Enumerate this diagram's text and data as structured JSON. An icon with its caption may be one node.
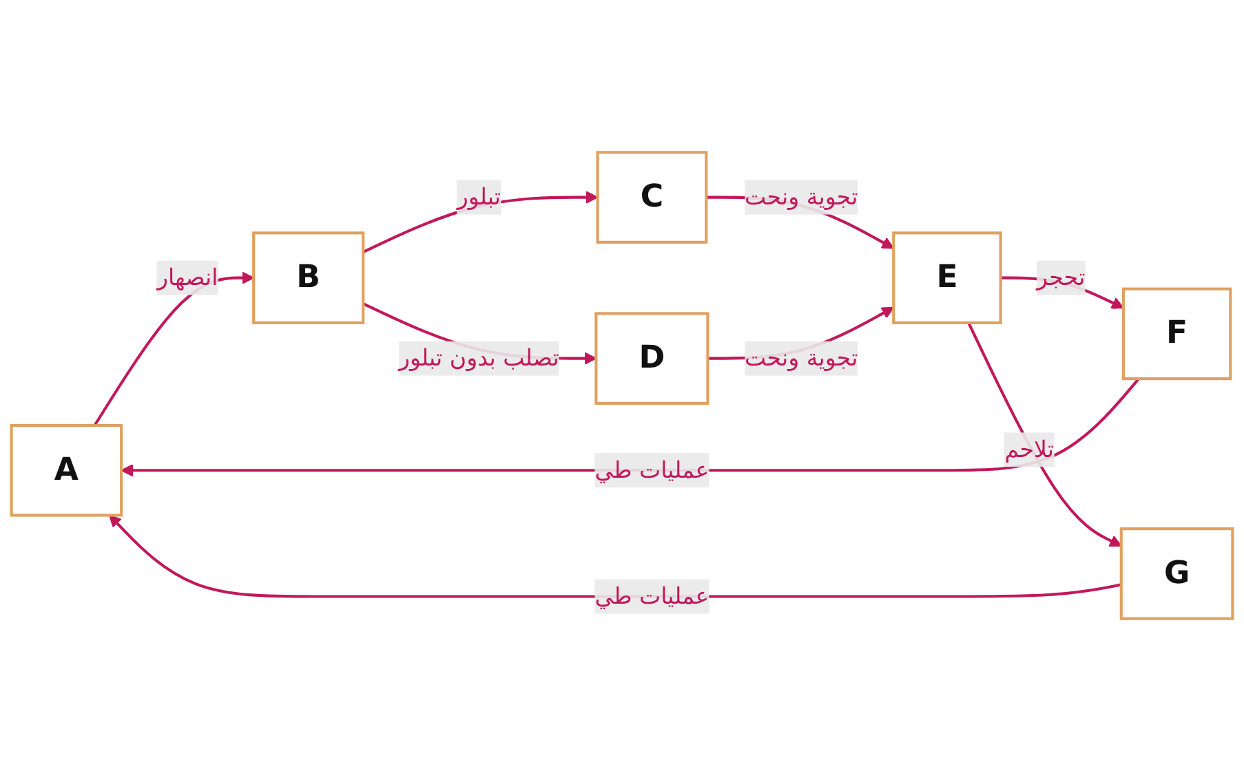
{
  "diagram": {
    "nodes": [
      {
        "text": [
          "A"
        ]
      },
      {
        "text": [
          "B"
        ]
      },
      {
        "text": [
          "C"
        ]
      },
      {
        "text": [
          "D"
        ]
      },
      {
        "text": [
          "E"
        ]
      },
      {
        "text": [
          "F"
        ]
      },
      {
        "text": [
          "G"
        ]
      }
    ],
    "edges": [
      {
        "from": 0,
        "to": 1,
        "arrow": "to",
        "label": "انصهار"
      },
      {
        "from": 1,
        "to": 3,
        "arrow": "to",
        "label": "تصلب بدون تبلور"
      },
      {
        "from": 1,
        "to": 2,
        "arrow": "to",
        "label": "تبلور"
      },
      {
        "from": 2,
        "to": 4,
        "arrow": "to",
        "label": "تجوية ونحت"
      },
      {
        "from": 3,
        "to": 4,
        "arrow": "to",
        "label": "تجوية ونحت"
      },
      {
        "from": 4,
        "to": 5,
        "arrow": "to",
        "label": "تحجر"
      },
      {
        "from": 4,
        "to": 6,
        "arrow": "to",
        "label": "تلاحم"
      },
      {
        "from": 5,
        "to": 0,
        "arrow": "to",
        "label": "عمليات طي"
      },
      {
        "from": 6,
        "to": 0,
        "arrow": "to",
        "label": "عمليات طي"
      }
    ]
  }
}
